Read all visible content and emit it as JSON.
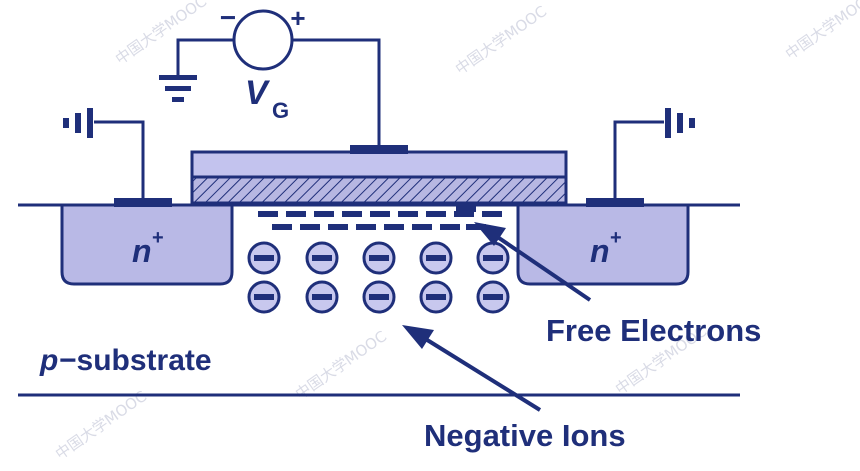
{
  "source": {
    "minus": "−",
    "plus": "+",
    "label": "V",
    "subscript": "G"
  },
  "regions": {
    "left_doping": "n",
    "left_doping_sup": "+",
    "right_doping": "n",
    "right_doping_sup": "+",
    "substrate_italic": "p",
    "substrate_rest": "−substrate"
  },
  "annotations": {
    "free_electrons": "Free Electrons",
    "negative_ions": "Negative Ions"
  },
  "watermark": "中国大学MOOC",
  "colors": {
    "stroke": "#1f2f7a",
    "n_region": "#b9b9e6",
    "gate": "#c3c3ee",
    "oxide": "#b0b0dc",
    "ion_fill": "#c8c8ee"
  }
}
